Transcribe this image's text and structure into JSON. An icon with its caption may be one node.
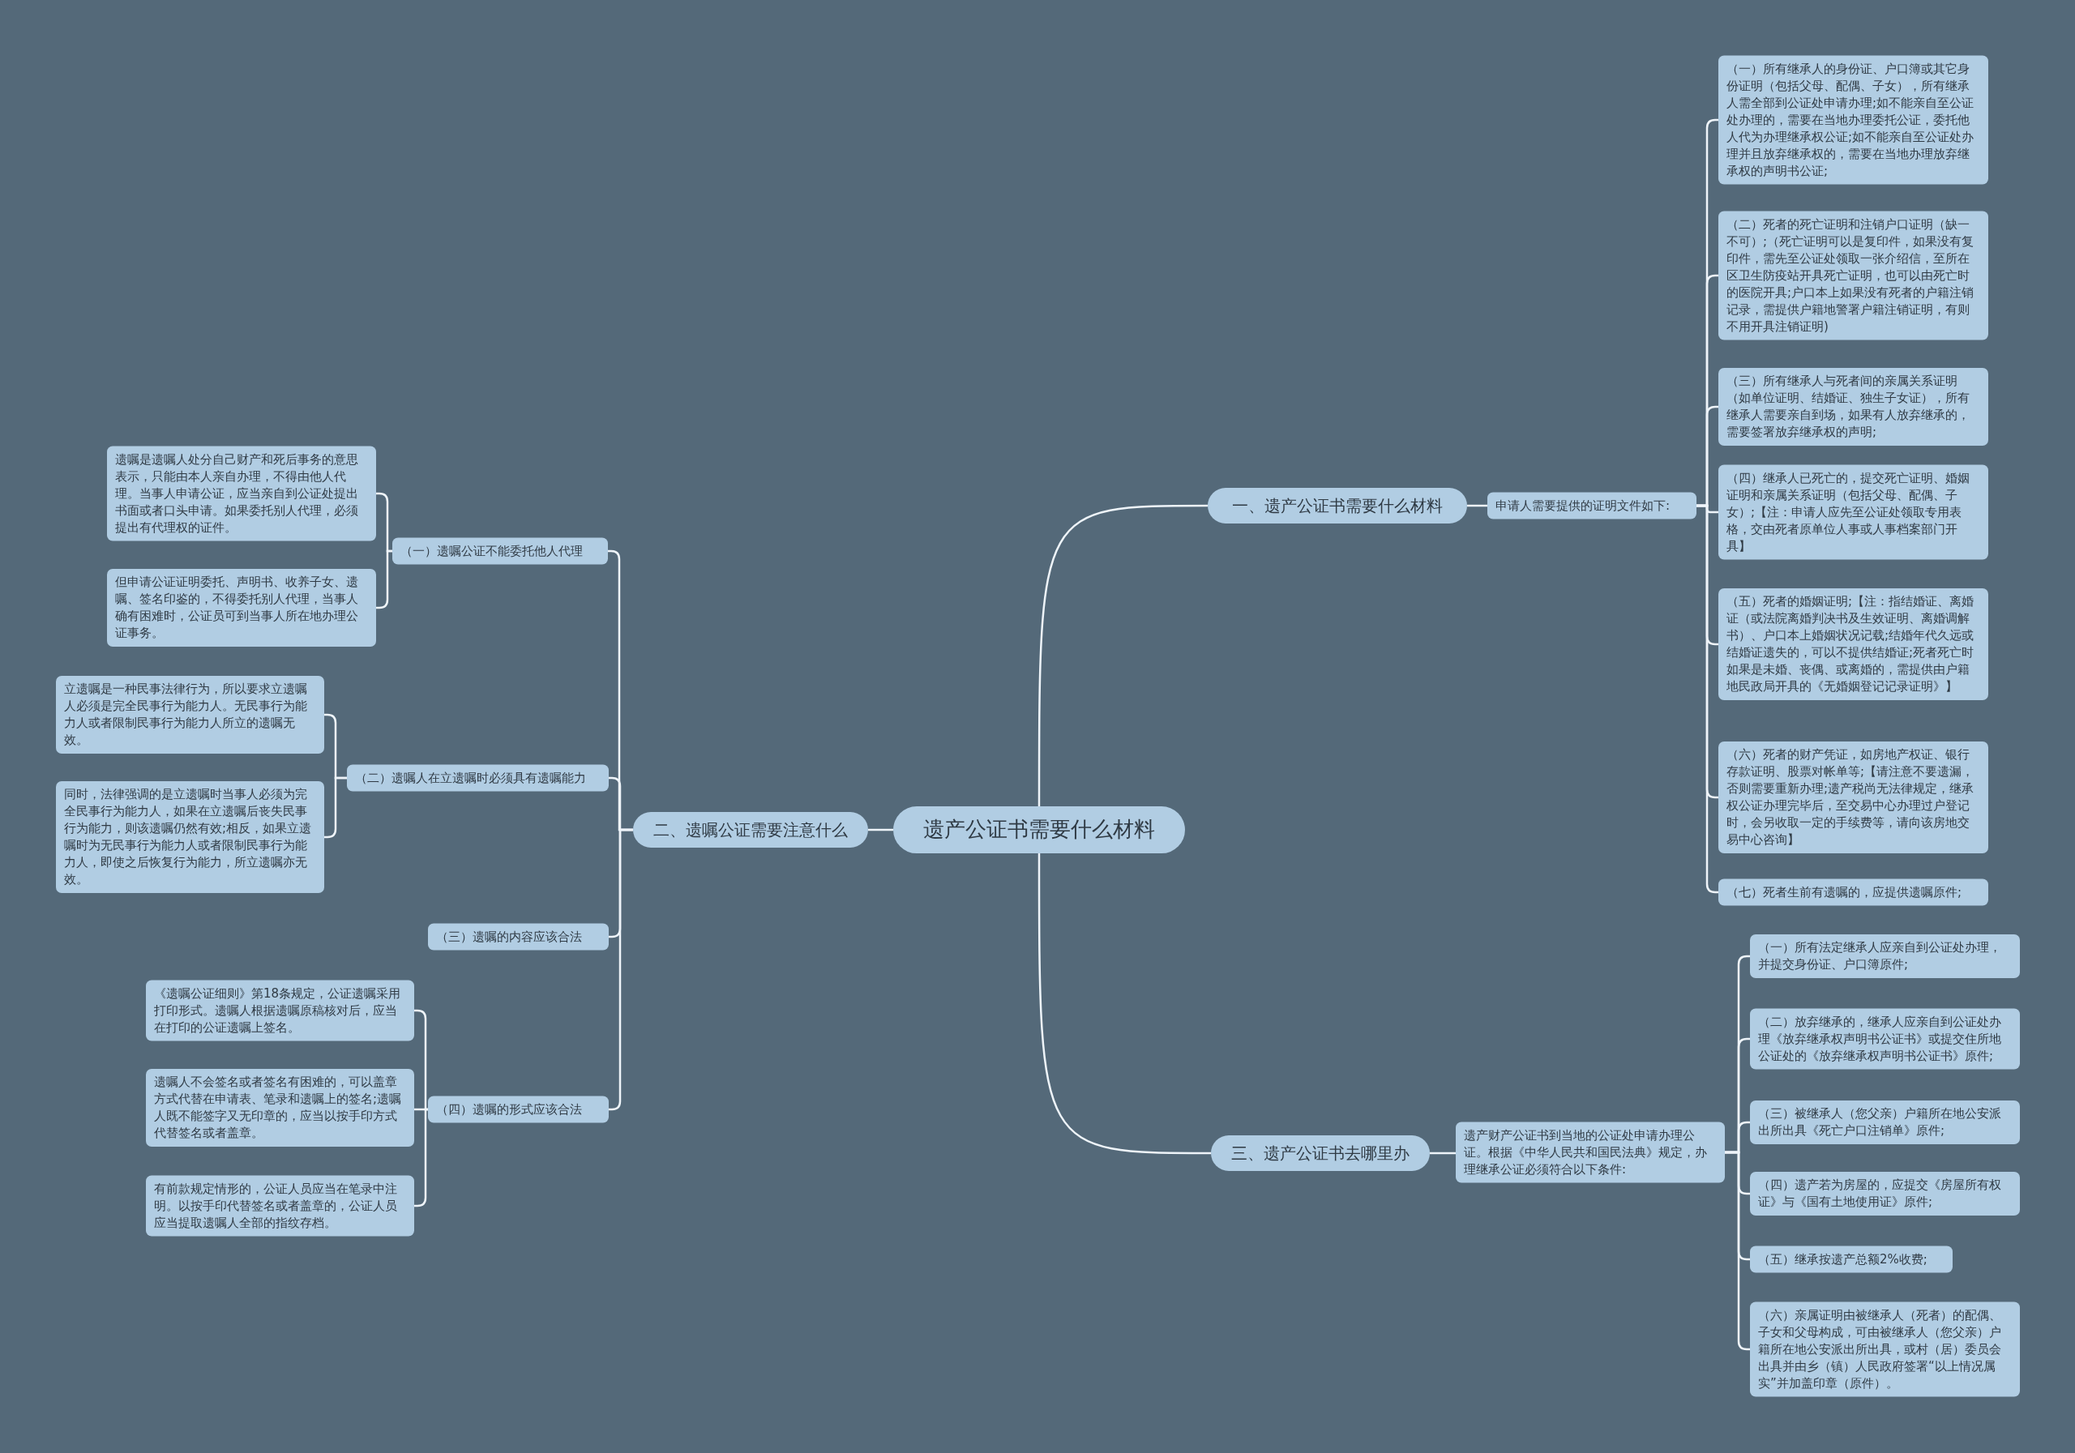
{
  "diagram": {
    "nodes": [
      {
        "text": [
          "遗产公证书需要什么材料"
        ]
      },
      {
        "text": [
          "一、遗产公证书需要什么材料"
        ]
      },
      {
        "text": [
          "申请人需要提供的证明文件如下:"
        ]
      },
      {
        "text": [
          "（一）所有继承人的身份证、户口簿或其它身份证明（包括父母、配偶、子女），所有继承人需全部到公证处申请办理;如不能亲自至公证处办理的，需要在当地办理委托公证，委托他人代为办理继承权公证;如不能亲自至公证处办理并且放弃继承权的，需要在当地办理放弃继承权的声明书公证;"
        ]
      },
      {
        "text": [
          "（二）死者的死亡证明和注销户口证明（缺一不可）;（死亡证明可以是复印件，如果没有复印件，需先至公证处领取一张介绍信，至所在区卫生防疫站开具死亡证明，也可以由死亡时的医院开具;户口本上如果没有死者的户籍注销记录，需提供户籍地警署户籍注销证明，有则不用开具注销证明)"
        ]
      },
      {
        "text": [
          "（三）所有继承人与死者间的亲属关系证明（如单位证明、结婚证、独生子女证），所有继承人需要亲自到场，如果有人放弃继承的，需要签署放弃继承权的声明;"
        ]
      },
      {
        "text": [
          "（四）继承人已死亡的，提交死亡证明、婚姻证明和亲属关系证明（包括父母、配偶、子女）;【注：申请人应先至公证处领取专用表格，交由死者原单位人事或人事档案部门开具】"
        ]
      },
      {
        "text": [
          "（五）死者的婚姻证明;【注：指结婚证、离婚证（或法院离婚判决书及生效证明、离婚调解书）、户口本上婚姻状况记载;结婚年代久远或结婚证遗失的，可以不提供结婚证;死者死亡时如果是未婚、丧偶、或离婚的，需提供由户籍地民政局开具的《无婚姻登记记录证明》】"
        ]
      },
      {
        "text": [
          "（六）死者的财产凭证，如房地产权证、银行存款证明、股票对帐单等;【请注意不要遗漏，否则需要重新办理;遗产税尚无法律规定，继承权公证办理完毕后，至交易中心办理过户登记时，会另收取一定的手续费等，请向该房地交易中心咨询】"
        ]
      },
      {
        "text": [
          "（七）死者生前有遗嘱的，应提供遗嘱原件;"
        ]
      },
      {
        "text": [
          "二、遗嘱公证需要注意什么"
        ]
      },
      {
        "text": [
          "（一）遗嘱公证不能委托他人代理"
        ]
      },
      {
        "text": [
          "遗嘱是遗嘱人处分自己财产和死后事务的意思表示，只能由本人亲自办理，不得由他人代理。当事人申请公证，应当亲自到公证处提出书面或者口头申请。如果委托别人代理，必须提出有代理权的证件。"
        ]
      },
      {
        "text": [
          "但申请公证证明委托、声明书、收养子女、遗嘱、签名印鉴的，不得委托别人代理，当事人确有困难时，公证员可到当事人所在地办理公证事务。"
        ]
      },
      {
        "text": [
          "（二）遗嘱人在立遗嘱时必须具有遗嘱能力"
        ]
      },
      {
        "text": [
          "立遗嘱是一种民事法律行为，所以要求立遗嘱人必须是完全民事行为能力人。无民事行为能力人或者限制民事行为能力人所立的遗嘱无效。"
        ]
      },
      {
        "text": [
          "同时，法律强调的是立遗嘱时当事人必须为完全民事行为能力人，如果在立遗嘱后丧失民事行为能力，则该遗嘱仍然有效;相反，如果立遗嘱时为无民事行为能力人或者限制民事行为能力人，即使之后恢复行为能力，所立遗嘱亦无效。"
        ]
      },
      {
        "text": [
          "（三）遗嘱的内容应该合法"
        ]
      },
      {
        "text": [
          "（四）遗嘱的形式应该合法"
        ]
      },
      {
        "text": [
          "《遗嘱公证细则》第18条规定，公证遗嘱采用打印形式。遗嘱人根据遗嘱原稿核对后，应当在打印的公证遗嘱上签名。"
        ]
      },
      {
        "text": [
          "遗嘱人不会签名或者签名有困难的，可以盖章方式代替在申请表、笔录和遗嘱上的签名;遗嘱人既不能签字又无印章的，应当以按手印方式代替签名或者盖章。"
        ]
      },
      {
        "text": [
          "有前款规定情形的，公证人员应当在笔录中注明。以按手印代替签名或者盖章的，公证人员应当提取遗嘱人全部的指纹存档。"
        ]
      },
      {
        "text": [
          "三、遗产公证书去哪里办"
        ]
      },
      {
        "text": [
          "遗产财产公证书到当地的公证处申请办理公证。根据《中华人民共和国民法典》规定，办理继承公证必须符合以下条件:"
        ]
      },
      {
        "text": [
          "（一）所有法定继承人应亲自到公证处办理，并提交身份证、户口簿原件;"
        ]
      },
      {
        "text": [
          "（二）放弃继承的，继承人应亲自到公证处办理《放弃继承权声明书公证书》或提交住所地公证处的《放弃继承权声明书公证书》原件;"
        ]
      },
      {
        "text": [
          "（三）被继承人（您父亲）户籍所在地公安派出所出具《死亡户口注销单》原件;"
        ]
      },
      {
        "text": [
          "（四）遗产若为房屋的，应提交《房屋所有权证》与《国有土地使用证》原件;"
        ]
      },
      {
        "text": [
          "（五）继承按遗产总额2%收费;"
        ]
      },
      {
        "text": [
          "（六）亲属证明由被继承人（死者）的配偶、子女和父母构成，可由被继承人（您父亲）户籍所在地公安派出所出具，或村（居）委员会出具并由乡（镇）人民政府签署“以上情况属实”并加盖印章（原件）。"
        ]
      }
    ],
    "edges": [
      {
        "from": 0,
        "to": 1,
        "arrow": "none"
      },
      {
        "from": 1,
        "to": 2,
        "arrow": "none"
      },
      {
        "from": 2,
        "to": 3,
        "arrow": "none"
      },
      {
        "from": 2,
        "to": 4,
        "arrow": "none"
      },
      {
        "from": 2,
        "to": 5,
        "arrow": "none"
      },
      {
        "from": 2,
        "to": 6,
        "arrow": "none"
      },
      {
        "from": 2,
        "to": 7,
        "arrow": "none"
      },
      {
        "from": 2,
        "to": 8,
        "arrow": "none"
      },
      {
        "from": 2,
        "to": 9,
        "arrow": "none"
      },
      {
        "from": 0,
        "to": 10,
        "arrow": "none"
      },
      {
        "from": 10,
        "to": 11,
        "arrow": "none"
      },
      {
        "from": 11,
        "to": 12,
        "arrow": "none"
      },
      {
        "from": 11,
        "to": 13,
        "arrow": "none"
      },
      {
        "from": 10,
        "to": 14,
        "arrow": "none"
      },
      {
        "from": 14,
        "to": 15,
        "arrow": "none"
      },
      {
        "from": 14,
        "to": 16,
        "arrow": "none"
      },
      {
        "from": 10,
        "to": 17,
        "arrow": "none"
      },
      {
        "from": 10,
        "to": 18,
        "arrow": "none"
      },
      {
        "from": 18,
        "to": 19,
        "arrow": "none"
      },
      {
        "from": 18,
        "to": 20,
        "arrow": "none"
      },
      {
        "from": 18,
        "to": 21,
        "arrow": "none"
      },
      {
        "from": 0,
        "to": 22,
        "arrow": "none"
      },
      {
        "from": 22,
        "to": 23,
        "arrow": "none"
      },
      {
        "from": 23,
        "to": 24,
        "arrow": "none"
      },
      {
        "from": 23,
        "to": 25,
        "arrow": "none"
      },
      {
        "from": 23,
        "to": 26,
        "arrow": "none"
      },
      {
        "from": 23,
        "to": 27,
        "arrow": "none"
      },
      {
        "from": 23,
        "to": 28,
        "arrow": "none"
      },
      {
        "from": 23,
        "to": 29,
        "arrow": "none"
      }
    ]
  }
}
